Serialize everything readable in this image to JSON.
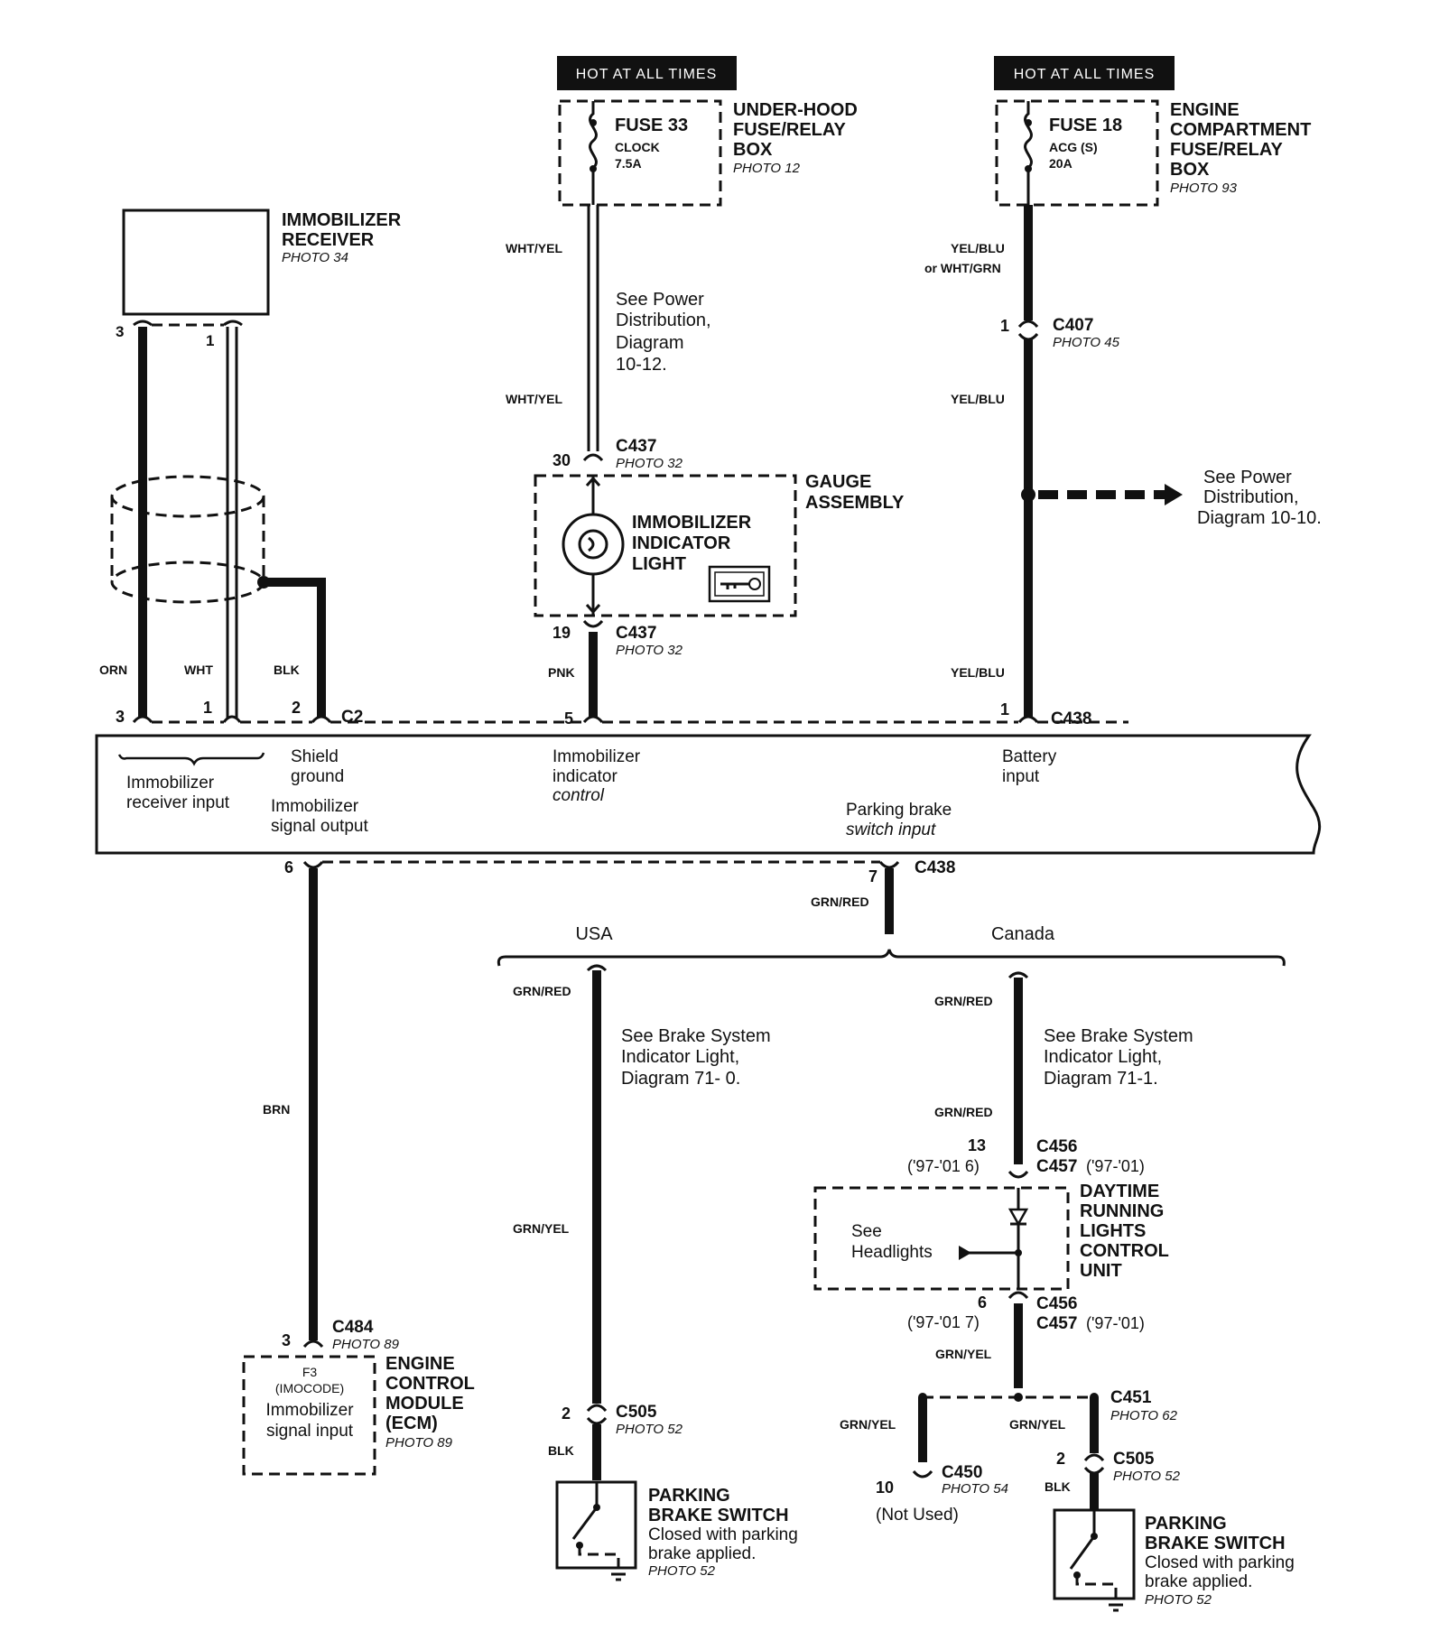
{
  "hot": {
    "left": "HOT AT ALL TIMES",
    "right": "HOT AT ALL TIMES"
  },
  "fuse33": {
    "name": "FUSE 33",
    "circuit": "CLOCK",
    "rating": "7.5A",
    "box_l1": "UNDER-HOOD",
    "box_l2": "FUSE/RELAY",
    "box_l3": "BOX",
    "photo": "PHOTO 12"
  },
  "fuse18": {
    "name": "FUSE 18",
    "circuit": "ACG (S)",
    "rating": "20A",
    "box_l1": "ENGINE",
    "box_l2": "COMPARTMENT",
    "box_l3": "FUSE/RELAY",
    "box_l4": "BOX",
    "photo": "PHOTO 93"
  },
  "receiver": {
    "l1": "IMMOBILIZER",
    "l2": "RECEIVER",
    "photo": "PHOTO 34",
    "pin_a": "3",
    "pin_b": "1"
  },
  "power_note": {
    "l1": "See Power",
    "l2": "Distribution,",
    "l3": "Diagram",
    "l4": "10-12."
  },
  "power_note2": {
    "l1": "See Power",
    "l2": "Distribution,",
    "l3": "Diagram 10-10."
  },
  "gauge": {
    "l1": "GAUGE",
    "l2": "ASSEMBLY",
    "light_l1": "IMMOBILIZER",
    "light_l2": "INDICATOR",
    "light_l3": "LIGHT"
  },
  "wires": {
    "wht_yel_1": "WHT/YEL",
    "wht_yel_2": "WHT/YEL",
    "yel_blu_1": "YEL/BLU",
    "or_wht_grn": "or WHT/GRN",
    "yel_blu_2": "YEL/BLU",
    "yel_blu_3": "YEL/BLU",
    "pnk": "PNK",
    "orn": "ORN",
    "wht": "WHT",
    "blk": "BLK",
    "brn": "BRN",
    "grn_red_1": "GRN/RED",
    "grn_red_2": "GRN/RED",
    "grn_red_3": "GRN/RED",
    "grn_red_4": "GRN/RED",
    "grn_yel_1": "GRN/YEL",
    "grn_yel_2": "GRN/YEL",
    "grn_yel_3": "GRN/YEL",
    "grn_yel_4": "GRN/YEL",
    "blk_2": "BLK",
    "blk_3": "BLK"
  },
  "conn": {
    "c407": "C407",
    "c407_photo": "PHOTO 45",
    "c407_pin": "1",
    "c437a": "C437",
    "c437a_photo": "PHOTO 32",
    "c437a_pin": "30",
    "c437b": "C437",
    "c437b_photo": "PHOTO 32",
    "c437b_pin": "19",
    "c2": "C2",
    "c2_p3": "3",
    "c2_p1": "1",
    "c2_p2": "2",
    "ecm_p5": "5",
    "c438a": "C438",
    "c438a_pin": "1",
    "c438b": "C438",
    "c438b_pin": "7",
    "ecm_p6": "6",
    "c484": "C484",
    "c484_photo": "PHOTO 89",
    "c484_pin": "3",
    "c456a": "C456",
    "c456a_pin": "13",
    "c457a": "C457",
    "c457a_yrs": "('97-'01)",
    "c457a_alt": "('97-'01 6)",
    "c456b": "C456",
    "c456b_pin": "6",
    "c457b": "C457",
    "c457b_yrs": "('97-'01)",
    "c457b_alt": "('97-'01 7)",
    "c451": "C451",
    "c451_photo": "PHOTO 62",
    "c505a": "C505",
    "c505a_photo": "PHOTO 52",
    "c505a_pin": "2",
    "c505b": "C505",
    "c505b_photo": "PHOTO 52",
    "c505b_pin": "2",
    "c450": "C450",
    "c450_photo": "PHOTO 54",
    "c450_pin": "10",
    "not_used": "(Not Used)"
  },
  "ecm_inputs": {
    "recv_l1": "Immobilizer",
    "recv_l2": "receiver input",
    "shield_l1": "Shield",
    "shield_l2": "ground",
    "sig_l1": "Immobilizer",
    "sig_l2": "signal output",
    "ind_l1": "Immobilizer",
    "ind_l2": "indicator",
    "ind_l3": "control",
    "bat_l1": "Battery",
    "bat_l2": "input",
    "pbs_l1": "Parking brake",
    "pbs_l2": "switch input"
  },
  "regions": {
    "usa": "USA",
    "canada": "Canada"
  },
  "brake_note_usa": {
    "l1": "See Brake System",
    "l2": "Indicator Light,",
    "l3": "Diagram  71- 0."
  },
  "brake_note_can": {
    "l1": "See Brake System",
    "l2": "Indicator Light,",
    "l3": "Diagram  71-1."
  },
  "drl": {
    "l1": "DAYTIME",
    "l2": "RUNNING",
    "l3": "LIGHTS",
    "l4": "CONTROL",
    "l5": "UNIT",
    "see_l1": "See",
    "see_l2": "Headlights"
  },
  "ecm": {
    "l1": "ENGINE",
    "l2": "CONTROL",
    "l3": "MODULE",
    "l4": "(ECM)",
    "photo": "PHOTO 89",
    "pin_l1": "F3",
    "pin_l2": "(IMOCODE)",
    "in_l1": "Immobilizer",
    "in_l2": "signal input"
  },
  "pbs_usa": {
    "l1": "PARKING",
    "l2": "BRAKE SWITCH",
    "l3": "Closed with parking",
    "l4": "brake applied.",
    "photo": "PHOTO 52"
  },
  "pbs_can": {
    "l1": "PARKING",
    "l2": "BRAKE SWITCH",
    "l3": "Closed with parking",
    "l4": "brake applied.",
    "photo": "PHOTO 52"
  }
}
